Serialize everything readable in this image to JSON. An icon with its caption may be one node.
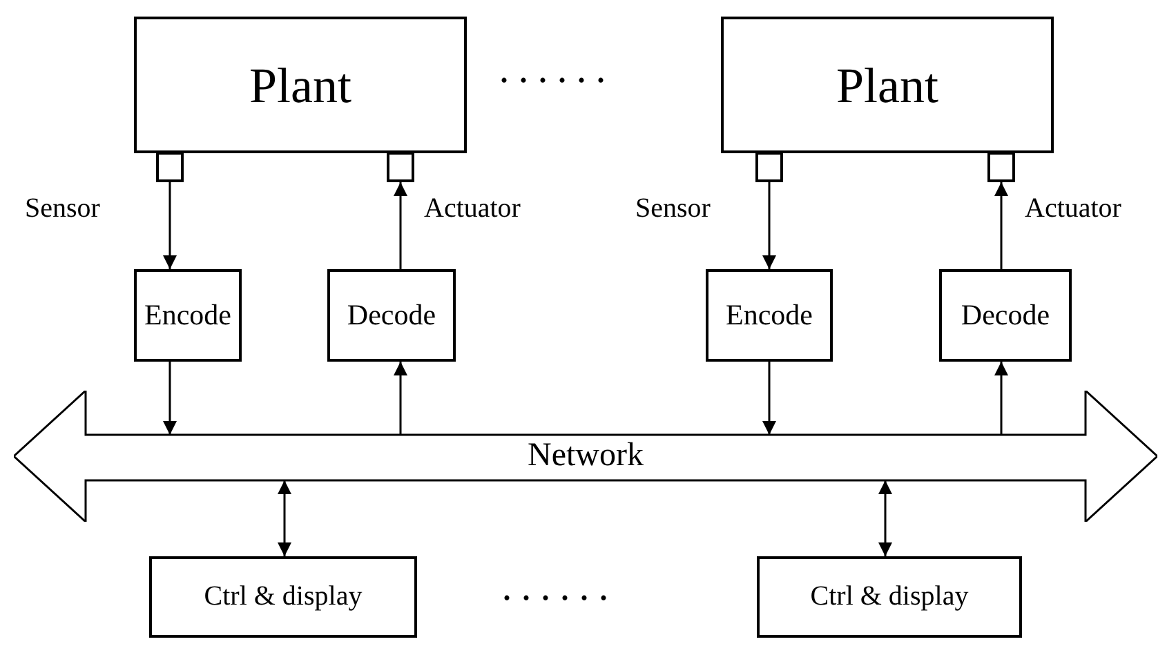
{
  "diagram": {
    "nodes": [
      {
        "text": [
          "Plant"
        ]
      },
      {
        "text": [],
        "shape": "box",
        "beside": [
          "Sensor"
        ]
      },
      {
        "text": [],
        "shape": "box",
        "beside": [
          "Actuator"
        ]
      },
      {
        "text": [
          "Plant"
        ]
      },
      {
        "text": [],
        "shape": "box",
        "beside": [
          "Sensor"
        ]
      },
      {
        "text": [],
        "shape": "box",
        "beside": [
          "Actuator"
        ]
      },
      {
        "text": [
          "Encode"
        ]
      },
      {
        "text": [
          "Decode"
        ]
      },
      {
        "text": [
          "Encode"
        ]
      },
      {
        "text": [
          "Decode"
        ]
      },
      {
        "text": [
          "Network"
        ]
      },
      {
        "text": [
          "Ctrl & display"
        ]
      },
      {
        "text": [
          "Ctrl & display"
        ]
      }
    ],
    "edges": [
      {
        "from": 1,
        "to": 6,
        "arrow": "to"
      },
      {
        "from": 7,
        "to": 2,
        "arrow": "to"
      },
      {
        "from": 4,
        "to": 8,
        "arrow": "to"
      },
      {
        "from": 9,
        "to": 5,
        "arrow": "to"
      },
      {
        "from": 6,
        "to": 10,
        "arrow": "to"
      },
      {
        "from": 10,
        "to": 7,
        "arrow": "to"
      },
      {
        "from": 8,
        "to": 10,
        "arrow": "to"
      },
      {
        "from": 10,
        "to": 9,
        "arrow": "to"
      },
      {
        "from": 10,
        "to": 11,
        "arrow": "both"
      },
      {
        "from": 10,
        "to": 12,
        "arrow": "both"
      }
    ],
    "labels": [
      "······",
      "······"
    ]
  }
}
